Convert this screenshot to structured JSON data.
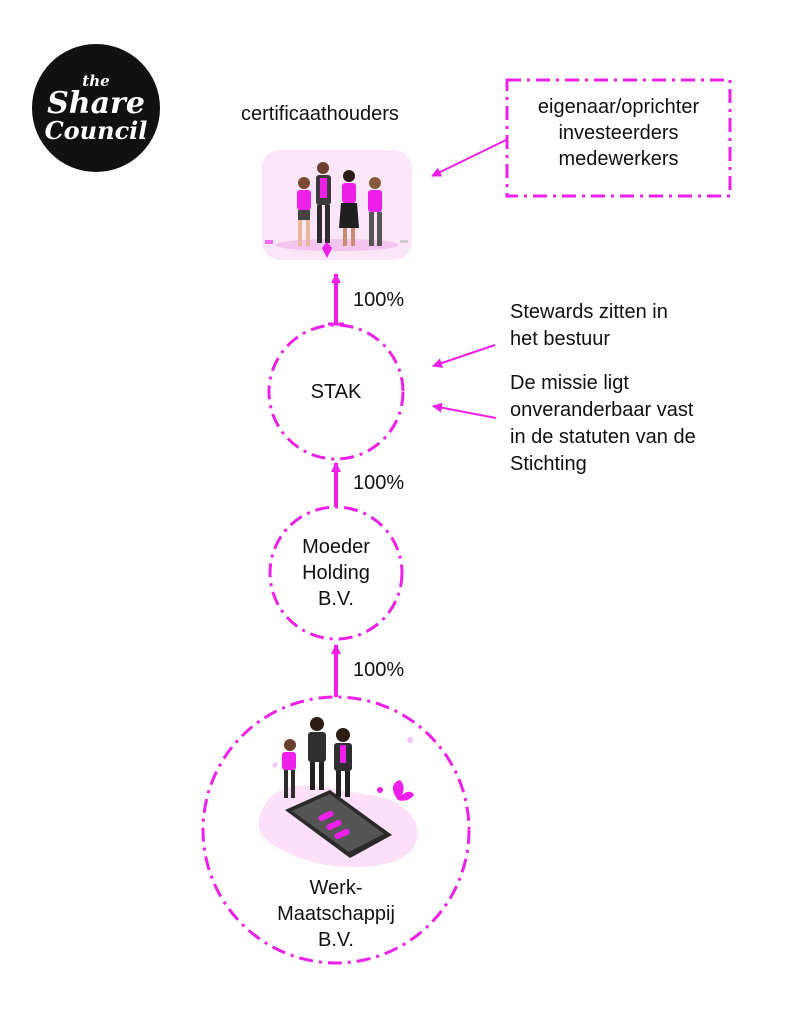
{
  "logo": {
    "line1": "the",
    "line2": "Share",
    "line3": "Council"
  },
  "nodes": {
    "certificate_holders": {
      "label": "certificaathouders"
    },
    "stak": {
      "label": "STAK"
    },
    "mother_holding": {
      "line1": "Moeder",
      "line2": "Holding",
      "line3": "B.V."
    },
    "operating_company": {
      "line1": "Werk-",
      "line2": "Maatschappij",
      "line3": "B.V."
    }
  },
  "holders_box": {
    "line1": "eigenaar/oprichter",
    "line2": "investeerders",
    "line3": "medewerkers"
  },
  "notes": {
    "stewards": {
      "line1": "Stewards zitten in",
      "line2": "het bestuur"
    },
    "mission": {
      "line1": "De missie ligt",
      "line2": "onveranderbaar vast",
      "line3": "in de statuten van de",
      "line4": "Stichting"
    }
  },
  "ownership": {
    "stak_to_holders": "100%",
    "holding_to_stak": "100%",
    "operating_to_holding": "100%"
  },
  "colors": {
    "accent": "#ee1fe8",
    "light_accent": "#f9d6f5",
    "logo_bg": "#111111"
  }
}
